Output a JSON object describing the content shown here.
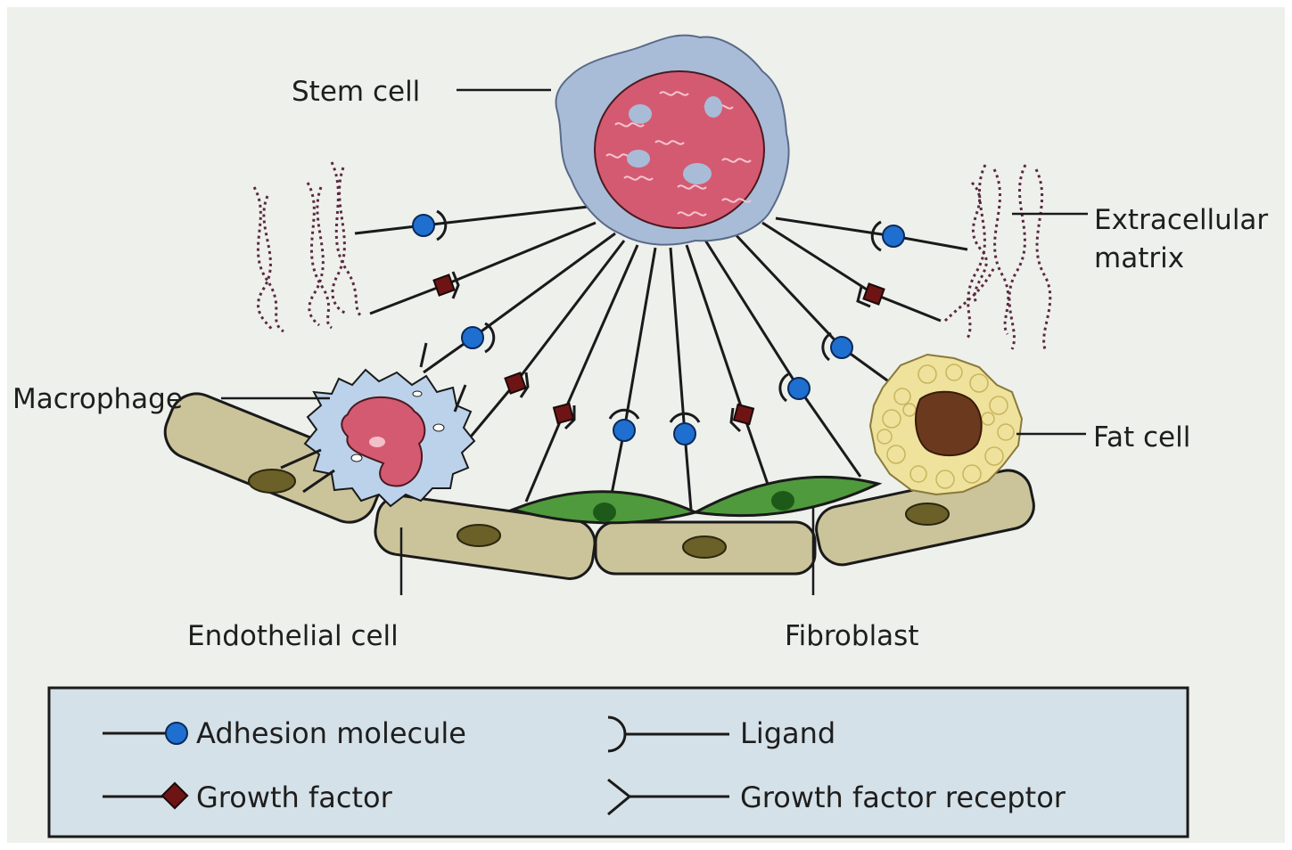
{
  "labels": {
    "stem_cell": "Stem cell",
    "extracellular_matrix_line1": "Extracellular",
    "extracellular_matrix_line2": "matrix",
    "macrophage": "Macrophage",
    "fat_cell": "Fat cell",
    "endothelial_cell": "Endothelial cell",
    "fibroblast": "Fibroblast"
  },
  "legend": {
    "adhesion_molecule": "Adhesion molecule",
    "ligand": "Ligand",
    "growth_factor": "Growth factor",
    "growth_factor_receptor": "Growth factor receptor"
  },
  "colors": {
    "background": "#eef0ec",
    "legend_box": "#d5e1e8",
    "stem_cytoplasm": "#a8bcd8",
    "stem_nucleus": "#d45a72",
    "adhesion_molecule": "#1f6fd0",
    "growth_factor": "#6e1414",
    "endothelial": "#cbc39a",
    "fibroblast": "#4f9a3c",
    "fat_cell": "#eee29c",
    "fat_nucleus": "#6b3a1e",
    "macrophage": "#bcd2ea",
    "matrix_fiber": "#5a2a40"
  },
  "icons": [
    "adhesion-molecule-icon",
    "growth-factor-icon",
    "ligand-icon",
    "growth-factor-receptor-icon"
  ]
}
